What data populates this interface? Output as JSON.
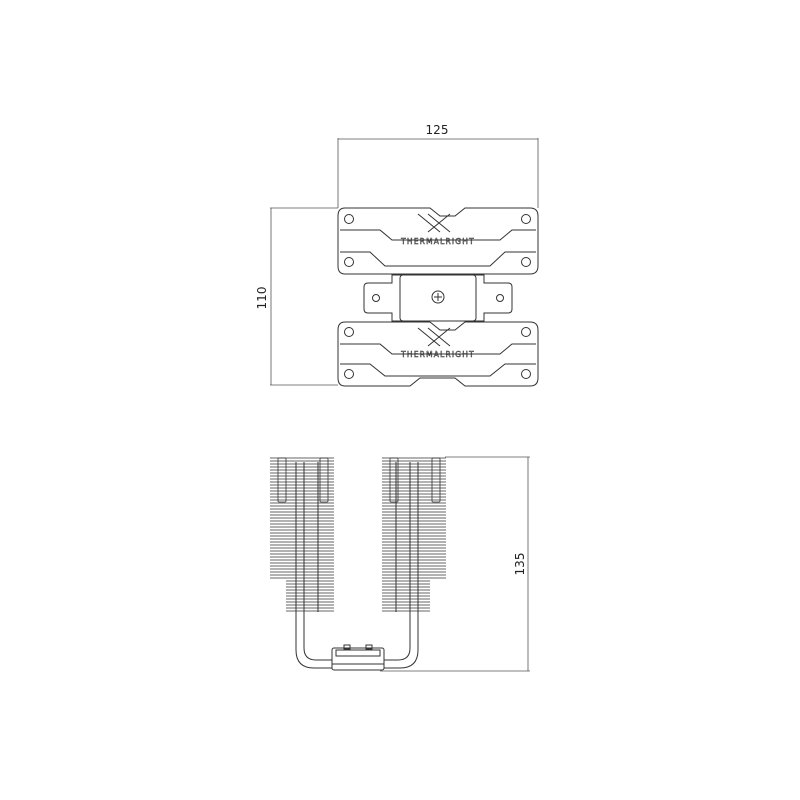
{
  "brand": "THERMALRIGHT",
  "dimensions": {
    "width": "125",
    "depth": "110",
    "height": "135"
  },
  "views": {
    "top": "top-view",
    "side": "side-view"
  },
  "colors": {
    "line": "#333333",
    "dim_line": "#555555",
    "background": "#ffffff"
  }
}
